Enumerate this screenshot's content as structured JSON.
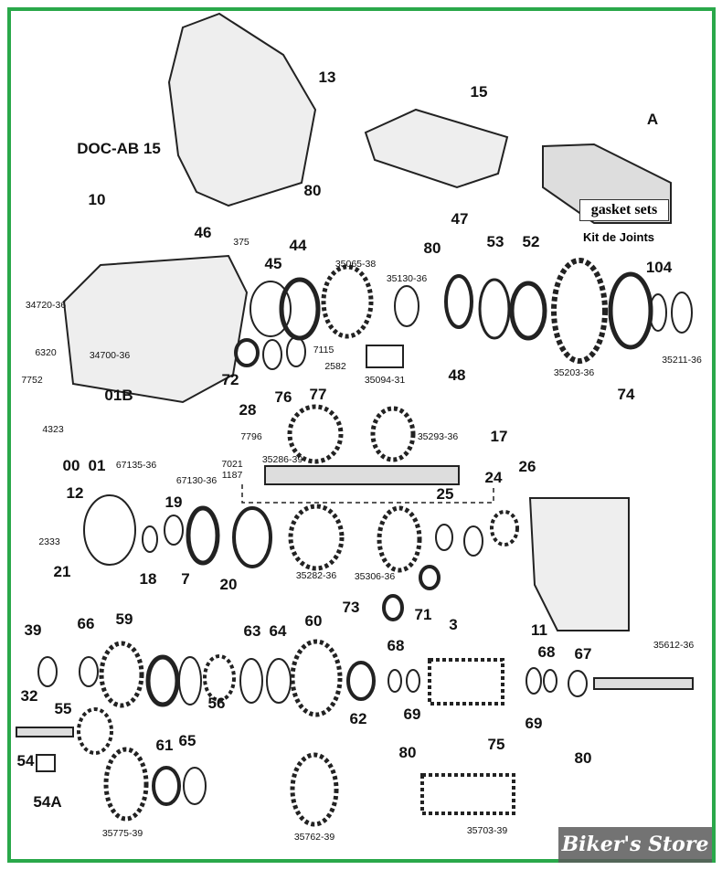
{
  "diagram": {
    "title_labels": {
      "doc": "DOC-AB 15",
      "gasket_box_text": "gasket sets",
      "gasket_caption": "Kit de Joints",
      "watermark": "Biker's Store"
    },
    "callouts": [
      {
        "id": "13",
        "style": "big"
      },
      {
        "id": "15",
        "style": "big"
      },
      {
        "id": "A",
        "style": "big"
      },
      {
        "id": "80",
        "style": "big"
      },
      {
        "id": "10",
        "style": "big"
      },
      {
        "id": "46",
        "style": "big"
      },
      {
        "id": "44",
        "style": "big"
      },
      {
        "id": "45",
        "style": "big"
      },
      {
        "id": "47",
        "style": "big"
      },
      {
        "id": "80",
        "style": "big"
      },
      {
        "id": "53",
        "style": "big"
      },
      {
        "id": "52",
        "style": "big"
      },
      {
        "id": "104",
        "style": "big"
      },
      {
        "id": "72",
        "style": "big"
      },
      {
        "id": "76",
        "style": "big"
      },
      {
        "id": "77",
        "style": "big"
      },
      {
        "id": "48",
        "style": "big"
      },
      {
        "id": "74",
        "style": "big"
      },
      {
        "id": "28",
        "style": "big"
      },
      {
        "id": "01B",
        "style": "big"
      },
      {
        "id": "00",
        "style": "big"
      },
      {
        "id": "01",
        "style": "big"
      },
      {
        "id": "17",
        "style": "big"
      },
      {
        "id": "24",
        "style": "big"
      },
      {
        "id": "26",
        "style": "big"
      },
      {
        "id": "25",
        "style": "big"
      },
      {
        "id": "12",
        "style": "big"
      },
      {
        "id": "19",
        "style": "big"
      },
      {
        "id": "21",
        "style": "big"
      },
      {
        "id": "18",
        "style": "big"
      },
      {
        "id": "7",
        "style": "big"
      },
      {
        "id": "20",
        "style": "big"
      },
      {
        "id": "73",
        "style": "big"
      },
      {
        "id": "71",
        "style": "big"
      },
      {
        "id": "3",
        "style": "big"
      },
      {
        "id": "11",
        "style": "big"
      },
      {
        "id": "39",
        "style": "big"
      },
      {
        "id": "66",
        "style": "big"
      },
      {
        "id": "59",
        "style": "big"
      },
      {
        "id": "63",
        "style": "big"
      },
      {
        "id": "64",
        "style": "big"
      },
      {
        "id": "60",
        "style": "big"
      },
      {
        "id": "68",
        "style": "big"
      },
      {
        "id": "68",
        "style": "big"
      },
      {
        "id": "67",
        "style": "big"
      },
      {
        "id": "32",
        "style": "big"
      },
      {
        "id": "55",
        "style": "big"
      },
      {
        "id": "56",
        "style": "big"
      },
      {
        "id": "62",
        "style": "big"
      },
      {
        "id": "69",
        "style": "big"
      },
      {
        "id": "69",
        "style": "big"
      },
      {
        "id": "75",
        "style": "big"
      },
      {
        "id": "80",
        "style": "big"
      },
      {
        "id": "80",
        "style": "big"
      },
      {
        "id": "61",
        "style": "big"
      },
      {
        "id": "65",
        "style": "big"
      },
      {
        "id": "54",
        "style": "big"
      },
      {
        "id": "54A",
        "style": "big"
      },
      {
        "id": "375",
        "style": "sm"
      },
      {
        "id": "34720-36",
        "style": "sm"
      },
      {
        "id": "35065-38",
        "style": "sm"
      },
      {
        "id": "35130-36",
        "style": "sm"
      },
      {
        "id": "34700-36",
        "style": "sm"
      },
      {
        "id": "6320",
        "style": "sm"
      },
      {
        "id": "7752",
        "style": "sm"
      },
      {
        "id": "7115",
        "style": "sm"
      },
      {
        "id": "2582",
        "style": "sm"
      },
      {
        "id": "35094-31",
        "style": "sm"
      },
      {
        "id": "35203-36",
        "style": "sm"
      },
      {
        "id": "35211-36",
        "style": "sm"
      },
      {
        "id": "4323",
        "style": "sm"
      },
      {
        "id": "7796",
        "style": "sm"
      },
      {
        "id": "7021",
        "style": "sm"
      },
      {
        "id": "1187",
        "style": "sm"
      },
      {
        "id": "67135-36",
        "style": "sm"
      },
      {
        "id": "67130-36",
        "style": "sm"
      },
      {
        "id": "35286-39",
        "style": "sm"
      },
      {
        "id": "35293-36",
        "style": "sm"
      },
      {
        "id": "2333",
        "style": "sm"
      },
      {
        "id": "35282-36",
        "style": "sm"
      },
      {
        "id": "35306-36",
        "style": "sm"
      },
      {
        "id": "35612-36",
        "style": "sm"
      },
      {
        "id": "35775-39",
        "style": "sm"
      },
      {
        "id": "35762-39",
        "style": "sm"
      },
      {
        "id": "35703-39",
        "style": "sm"
      }
    ]
  }
}
